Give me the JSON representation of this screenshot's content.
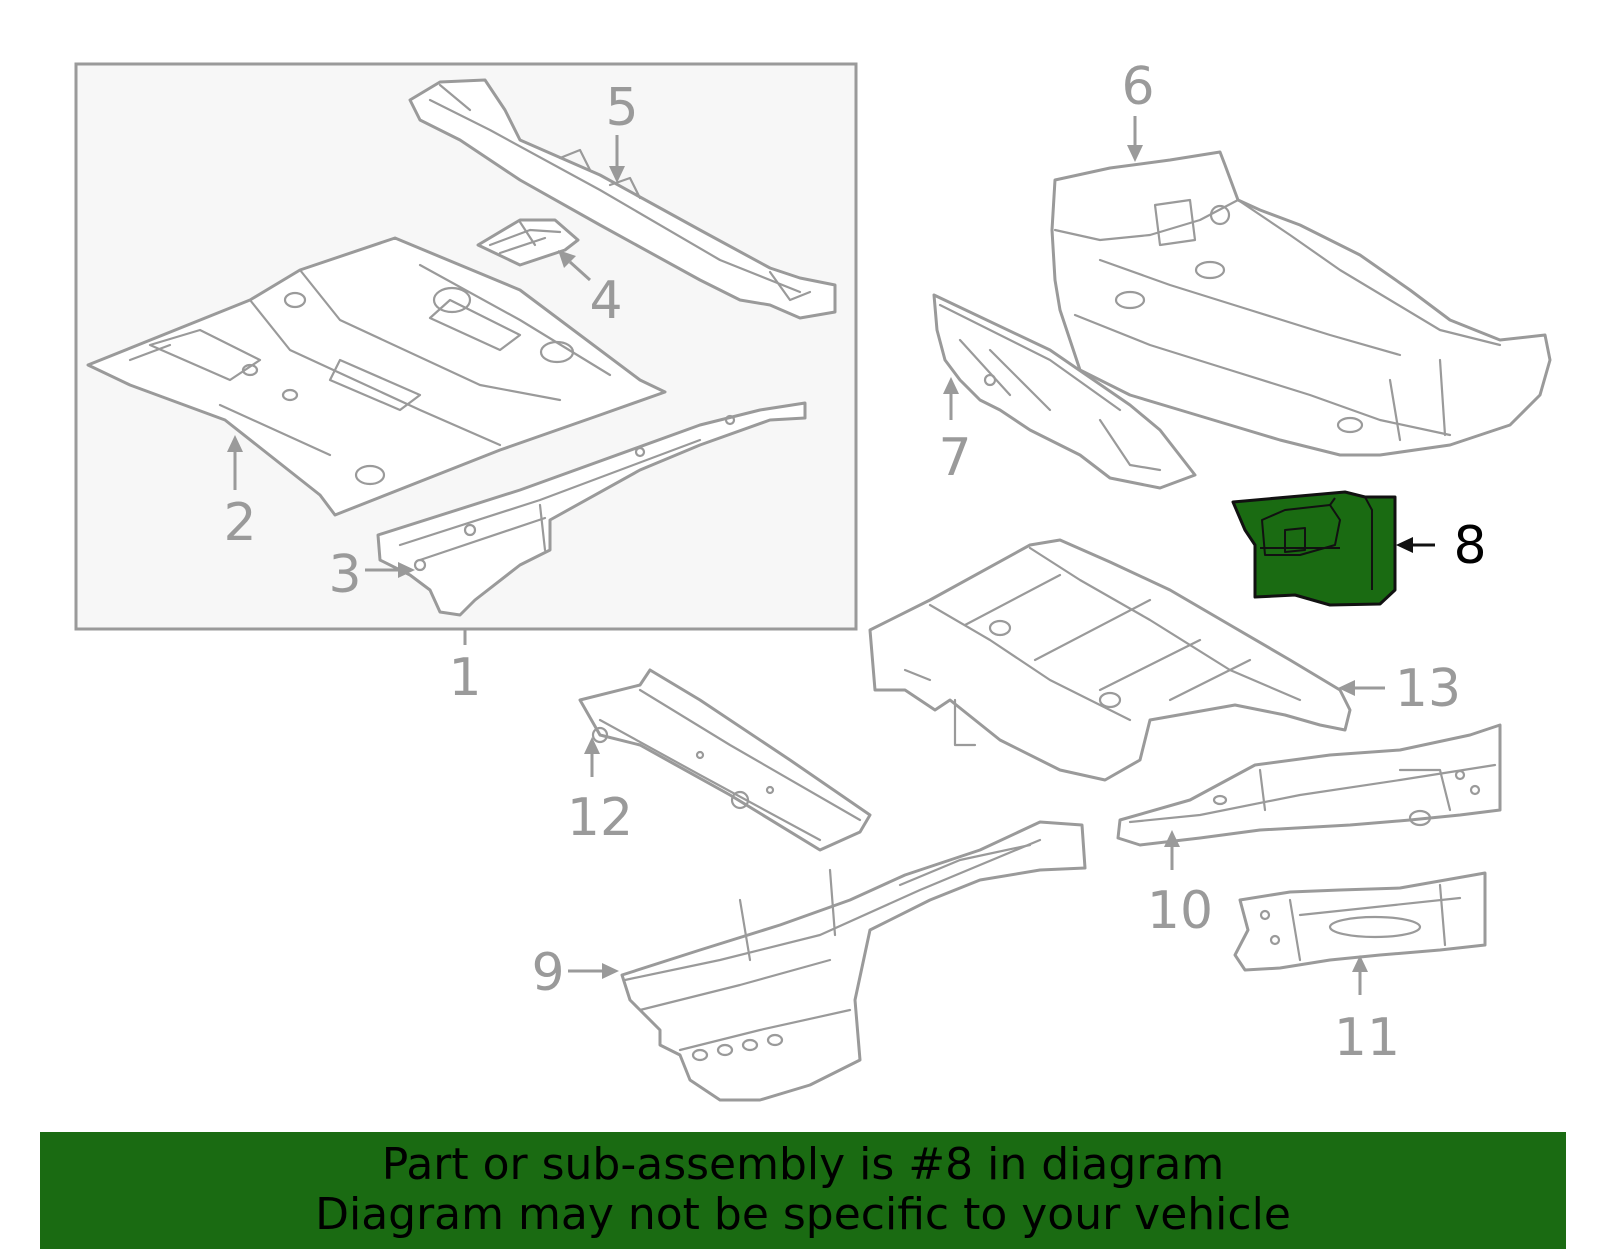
{
  "diagram": {
    "callouts": {
      "c1": "1",
      "c2": "2",
      "c3": "3",
      "c4": "4",
      "c5": "5",
      "c6": "6",
      "c7": "7",
      "c8": "8",
      "c9": "9",
      "c10": "10",
      "c11": "11",
      "c12": "12",
      "c13": "13"
    },
    "highlighted_part": "8",
    "colors": {
      "highlight_fill": "#1a6b12",
      "line_gray": "#9a9a9a",
      "group_box_fill": "#f7f7f7"
    }
  },
  "banner": {
    "line1": "Part or sub-assembly is #8 in diagram",
    "line2": "Diagram may not be specific to your vehicle",
    "background": "#1a6b12"
  }
}
